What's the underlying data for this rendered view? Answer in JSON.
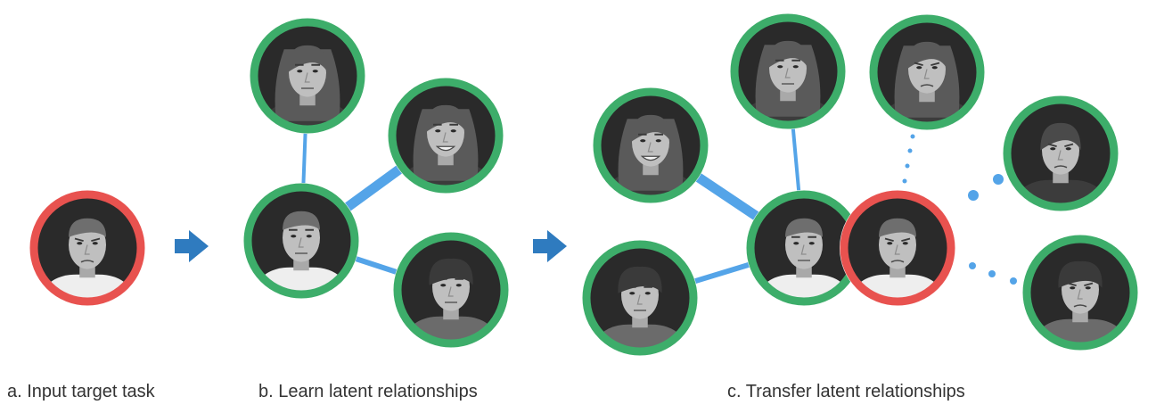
{
  "captions": {
    "a": "a. Input target task",
    "b": "b. Learn latent relationships",
    "c": "c. Transfer latent relationships"
  },
  "colors": {
    "background": "#ffffff",
    "target_ring": "#e8524f",
    "source_ring": "#3dad6a",
    "edge": "#54a4e8",
    "arrow": "#2f7bbf",
    "face_bg": "#2a2a2a",
    "caption_text": "#333333"
  },
  "faces": [
    {
      "name": "target-face-a",
      "panel": "a",
      "ring": "target",
      "person": "man-short-hair",
      "expression": "frown"
    },
    {
      "name": "center-face-b",
      "panel": "b",
      "ring": "source",
      "person": "man-short-hair",
      "expression": "neutral"
    },
    {
      "name": "top-face-b",
      "panel": "b",
      "ring": "source",
      "person": "woman-long-hair",
      "expression": "neutral"
    },
    {
      "name": "upper-right-face-b",
      "panel": "b",
      "ring": "source",
      "person": "woman-long-hair",
      "expression": "smile"
    },
    {
      "name": "lower-right-face-b",
      "panel": "b",
      "ring": "source",
      "person": "man-curly-hair",
      "expression": "neutral"
    },
    {
      "name": "left-face-c",
      "panel": "c",
      "ring": "source",
      "person": "woman-long-hair",
      "expression": "smile"
    },
    {
      "name": "lower-left-face-c",
      "panel": "c",
      "ring": "source",
      "person": "man-curly-hair",
      "expression": "neutral"
    },
    {
      "name": "top-face-c",
      "panel": "c",
      "ring": "source",
      "person": "woman-long-hair",
      "expression": "neutral"
    },
    {
      "name": "center-face-c",
      "panel": "c",
      "ring": "source",
      "person": "man-short-hair",
      "expression": "neutral"
    },
    {
      "name": "target-face-c",
      "panel": "c",
      "ring": "target",
      "person": "man-short-hair",
      "expression": "frown"
    },
    {
      "name": "top-right-face-c",
      "panel": "c",
      "ring": "source",
      "person": "woman-long-hair",
      "expression": "frown"
    },
    {
      "name": "far-right-face-c",
      "panel": "c",
      "ring": "source",
      "person": "woman-pulled-back-hair",
      "expression": "frown"
    },
    {
      "name": "lower-far-right-face-c",
      "panel": "c",
      "ring": "source",
      "person": "man-curly-hair",
      "expression": "frown"
    }
  ],
  "edges": [
    {
      "name": "edge-b-center-top",
      "from": "center-face-b",
      "to": "top-face-b",
      "strength": "weak"
    },
    {
      "name": "edge-b-center-upper-right",
      "from": "center-face-b",
      "to": "upper-right-face-b",
      "strength": "strong"
    },
    {
      "name": "edge-b-center-lower-right",
      "from": "center-face-b",
      "to": "lower-right-face-b",
      "strength": "medium"
    },
    {
      "name": "edge-c-center-left",
      "from": "center-face-c",
      "to": "left-face-c",
      "strength": "strong"
    },
    {
      "name": "edge-c-center-top",
      "from": "center-face-c",
      "to": "top-face-c",
      "strength": "weak"
    },
    {
      "name": "edge-c-center-lower-left",
      "from": "center-face-c",
      "to": "lower-left-face-c",
      "strength": "medium"
    },
    {
      "name": "dotted-edge-c-top-right",
      "from": "target-face-c",
      "to": "top-right-face-c",
      "strength": "weak",
      "style": "dotted"
    },
    {
      "name": "dotted-edge-c-far-right",
      "from": "target-face-c",
      "to": "far-right-face-c",
      "strength": "strong",
      "style": "dotted"
    },
    {
      "name": "dotted-edge-c-lower-far-right",
      "from": "target-face-c",
      "to": "lower-far-right-face-c",
      "strength": "medium",
      "style": "dotted"
    }
  ],
  "arrows": [
    {
      "name": "arrow-a-to-b"
    },
    {
      "name": "arrow-b-to-c"
    }
  ]
}
